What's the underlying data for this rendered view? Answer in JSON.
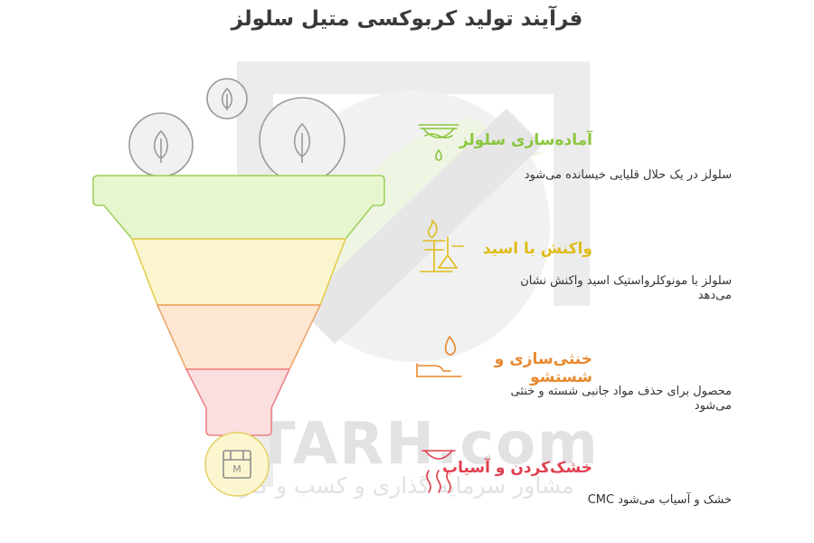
{
  "title": "فرآیند تولید کربوکسی متیل سلولز",
  "watermark": {
    "brand": "ETARH.com",
    "tagline": "مشاور سرمایه گذاری و کسب و کار"
  },
  "steps": [
    {
      "title": "آماده‌سازی سلولز",
      "description": "سلولز در یک حلال قلیایی خیسانده می‌شود",
      "color": "#8cc63f",
      "icon": "strainer-icon"
    },
    {
      "title": "واکنش با اسید",
      "description_lines": [
        "سلولز با مونوکلرواستیک اسید واکنش نشان",
        "می‌دهد"
      ],
      "color": "#e0bc1a",
      "icon": "flask-burner-icon"
    },
    {
      "title": "خنثی‌سازی و شستشو",
      "description_lines": [
        "محصول برای حذف مواد جانبی شسته و خنثی",
        "می‌شود"
      ],
      "color": "#e8892f",
      "icon": "drop-hand-icon"
    },
    {
      "title": "خشک‌کردن و آسیاب",
      "description": "خشک و آسیاب می‌شود CMC",
      "color": "#e0404f",
      "icon": "heat-bowl-icon"
    }
  ],
  "funnel": {
    "bands": [
      {
        "fill": "#e7f6cf",
        "stroke": "#9ccf5c"
      },
      {
        "fill": "#fbf5cf",
        "stroke": "#e3cc47"
      },
      {
        "fill": "#fde7d3",
        "stroke": "#eda261"
      },
      {
        "fill": "#fbdede",
        "stroke": "#ec7e84"
      }
    ],
    "input_icons": [
      "leaf-icon",
      "leaf-icon",
      "leaf-icon"
    ],
    "output_icon": "package-icon",
    "output_label": "M"
  }
}
